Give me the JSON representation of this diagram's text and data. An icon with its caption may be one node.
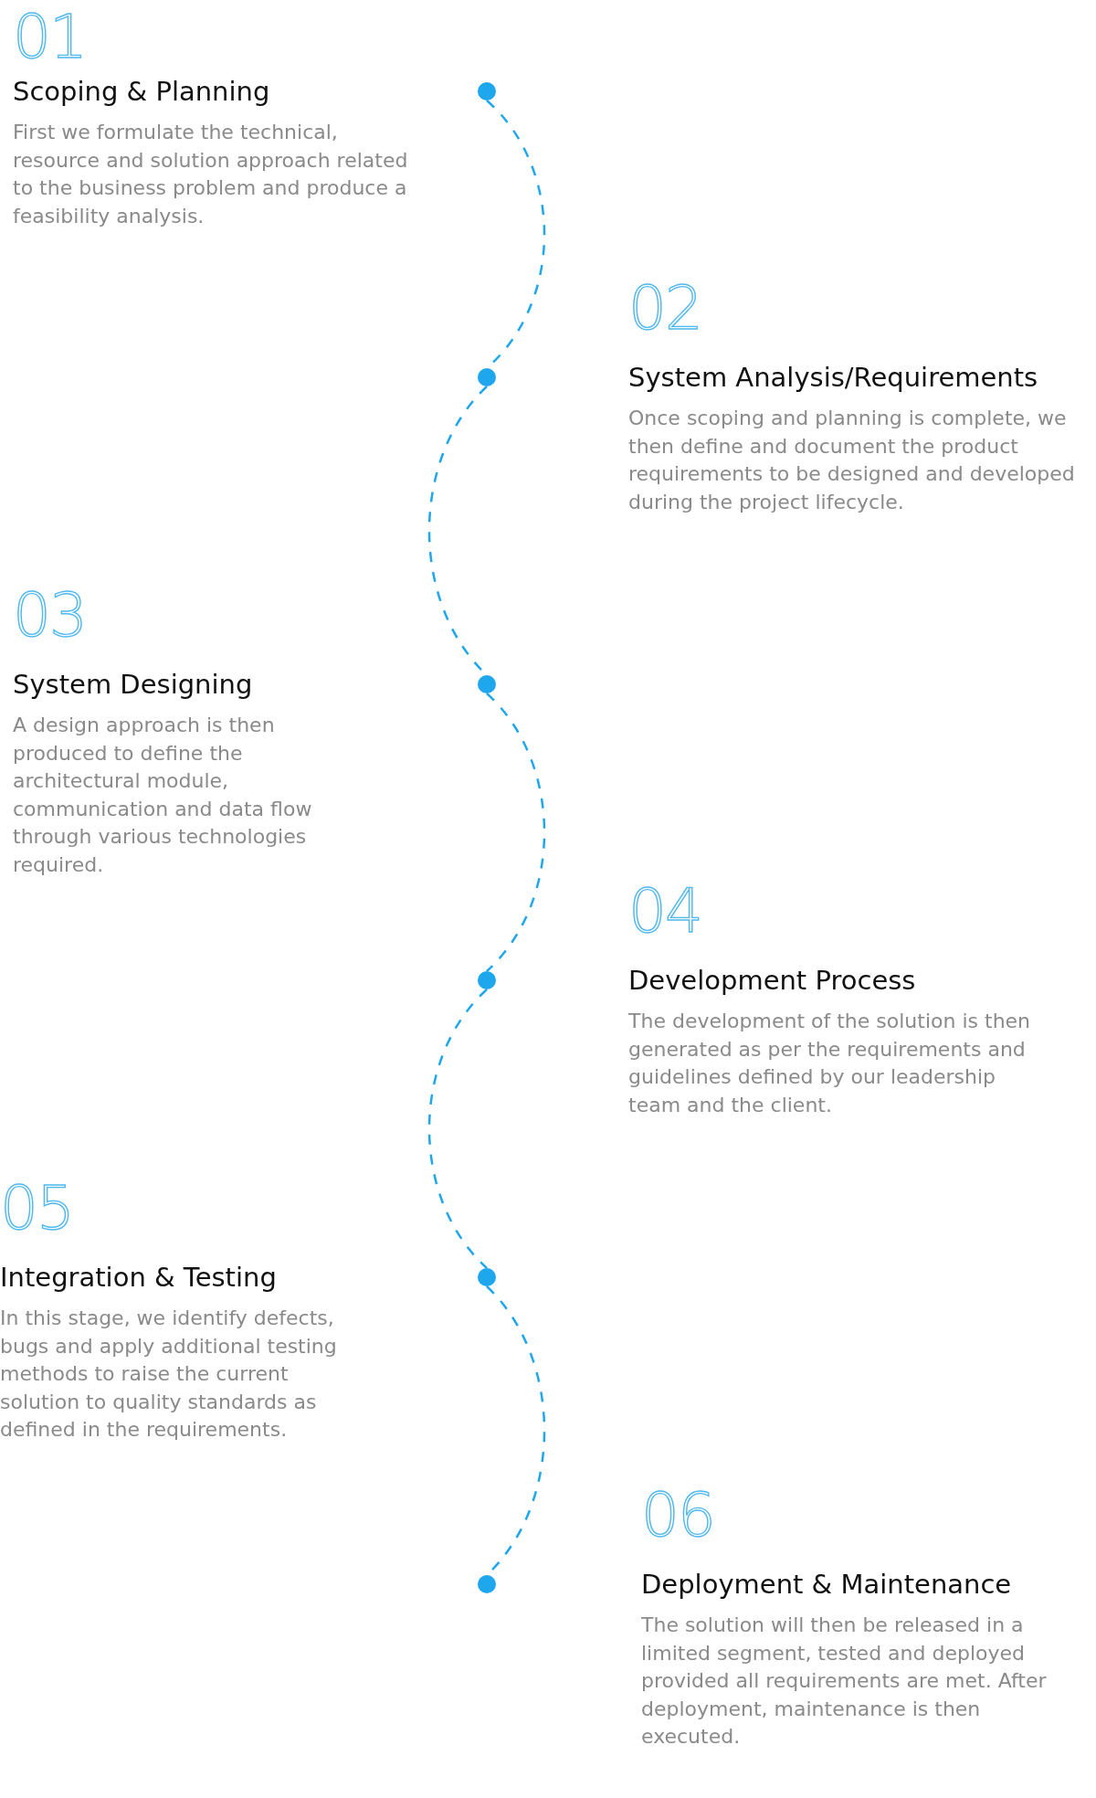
{
  "diagram": {
    "nodes": [
      {
        "text": [],
        "shape": "circle",
        "beside": [
          "01",
          "Scoping & Planning",
          "First we formulate the technical, resource and solution approach related to the business problem and produce a feasibility analysis."
        ]
      },
      {
        "text": [],
        "shape": "circle",
        "beside": [
          "02",
          "System Analysis/Requirements",
          "Once scoping and planning is complete, we then define and document the product requirements to be designed and developed during the project lifecycle."
        ]
      },
      {
        "text": [],
        "shape": "circle",
        "beside": [
          "03",
          "System Designing",
          "A design approach is then produced to define the architectural module, communication and data flow through various technologies required."
        ]
      },
      {
        "text": [],
        "shape": "circle",
        "beside": [
          "04",
          "Development Process",
          "The development of the solution is then generated as per the requirements and guidelines defined by our leadership team and the client."
        ]
      },
      {
        "text": [],
        "shape": "circle",
        "beside": [
          "05",
          "Integration & Testing",
          "In this stage, we identify defects, bugs and apply additional testing methods to raise the current solution to quality standards as defined in the requirements."
        ]
      },
      {
        "text": [],
        "shape": "circle",
        "beside": [
          "06",
          "Deployment & Maintenance",
          "The solution will then be released in a limited segment, tested and deployed provided all requirements are met. After deployment, maintenance is then executed."
        ]
      }
    ],
    "edges": [
      {
        "from": 0,
        "to": 1,
        "arrow": "none",
        "style": "dashed"
      },
      {
        "from": 1,
        "to": 2,
        "arrow": "none",
        "style": "dashed"
      },
      {
        "from": 2,
        "to": 3,
        "arrow": "none",
        "style": "dashed"
      },
      {
        "from": 3,
        "to": 4,
        "arrow": "none",
        "style": "dashed"
      },
      {
        "from": 4,
        "to": 5,
        "arrow": "none",
        "style": "dashed"
      }
    ]
  }
}
